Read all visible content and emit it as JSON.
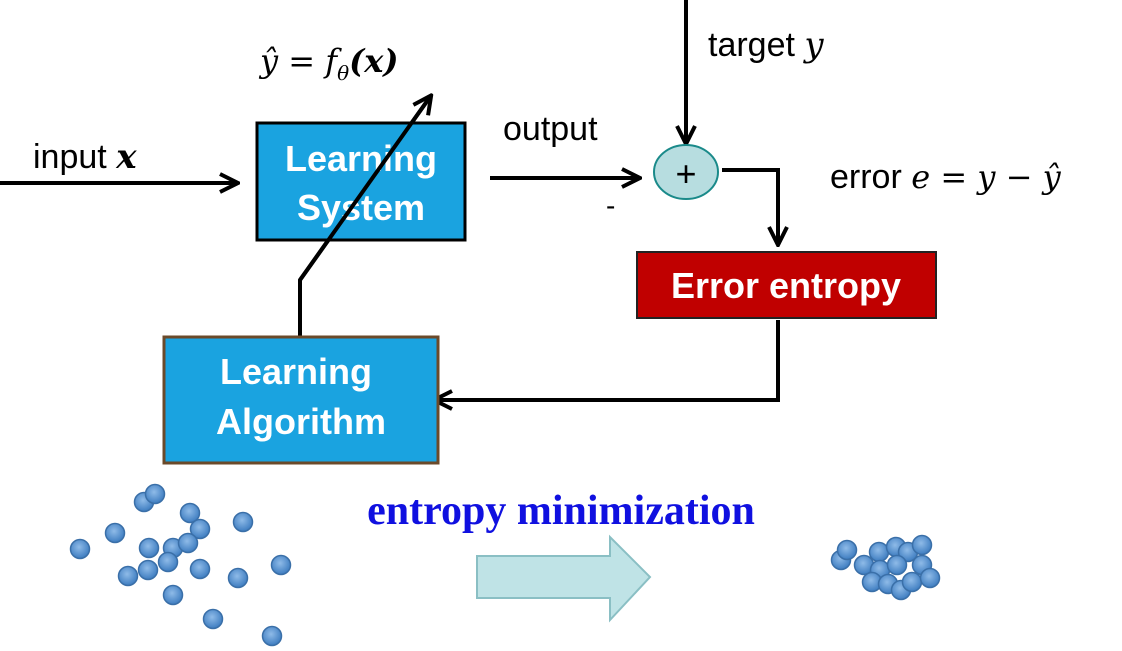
{
  "labels": {
    "input": "input",
    "input_var": "x",
    "output": "output",
    "minus": "-",
    "plus": "+",
    "target": "target",
    "target_var": "y",
    "error": "error",
    "error_eq": "e = y − ŷ",
    "model_eq": "ŷ = f",
    "model_sub": "θ",
    "model_arg": "(x)"
  },
  "boxes": {
    "learning_system": [
      "Learning",
      "System"
    ],
    "error_entropy": "Error entropy",
    "learning_algorithm": [
      "Learning",
      "Algorithm"
    ]
  },
  "caption": "entropy minimization",
  "colors": {
    "box_blue": "#1aa3e0",
    "box_red": "#c00000",
    "sum_fill": "#b7dde0",
    "dot": "#4f8fd0",
    "caption": "#1010e0"
  }
}
